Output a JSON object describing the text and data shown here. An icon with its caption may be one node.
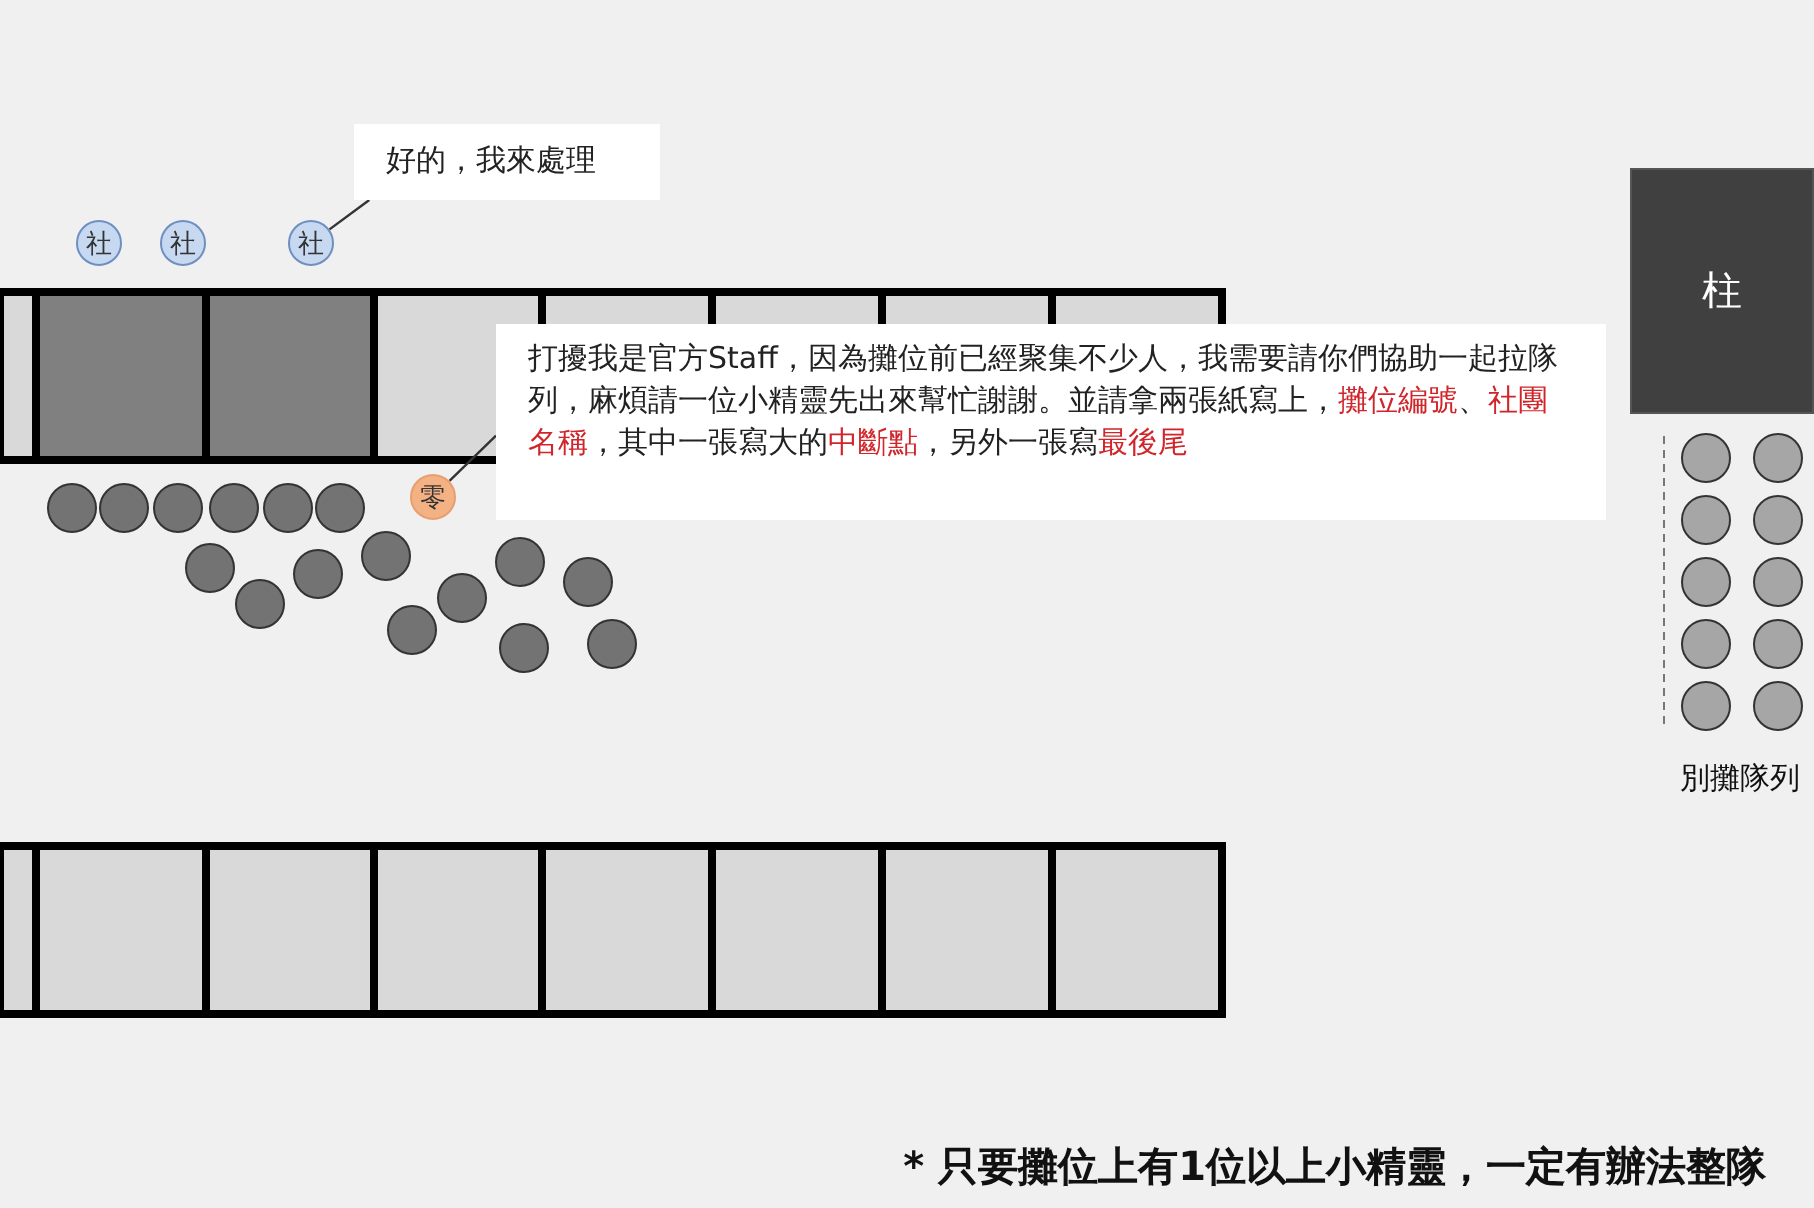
{
  "diagram": {
    "nodes": [
      {
        "text": [
          "好的，我來處理"
        ]
      },
      {
        "text": [
          "社"
        ]
      },
      {
        "text": [
          "社"
        ]
      },
      {
        "text": [
          "社"
        ]
      },
      {
        "text": [
          "打擾我是官方Staff，因為攤位前已經聚集不少人，我需要請你們協助一起拉隊列，麻煩請一位小精靈先出來幫忙謝謝。並請拿兩張紙寫上，**攤位編號**、**社團名稱**，其中一張寫大的**中斷點**，另外一張寫**最後尾**"
        ]
      },
      {
        "text": [
          "零"
        ]
      },
      {
        "text": [
          "柱"
        ]
      }
    ],
    "edges": [
      {
        "from": 0,
        "to": 3,
        "arrow": "none"
      },
      {
        "from": 4,
        "to": 5,
        "arrow": "none"
      }
    ],
    "labels": [
      "別攤隊列",
      "* 只要攤位上有1位以上小精靈，一定有辦法整隊"
    ]
  }
}
